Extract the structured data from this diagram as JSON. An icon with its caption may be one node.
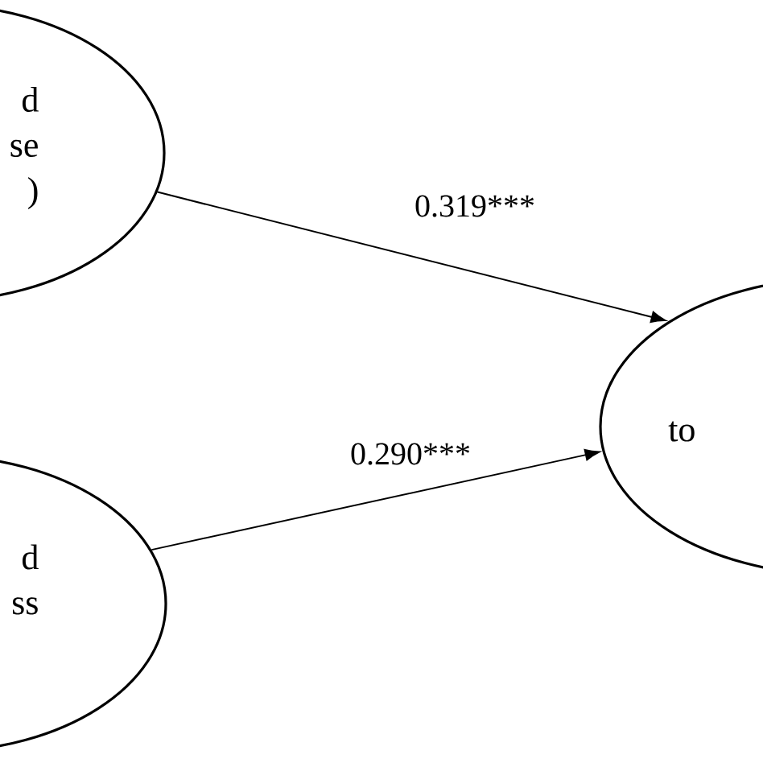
{
  "diagram": {
    "nodes": [
      {
        "text": [
          "d se )"
        ]
      },
      {
        "text": [
          "d ss"
        ]
      },
      {
        "text": [
          "to"
        ]
      }
    ],
    "edges": [
      {
        "from": 0,
        "to": 2,
        "arrow": "to",
        "label": "0.319***"
      },
      {
        "from": 1,
        "to": 2,
        "arrow": "to",
        "label": "0.290***"
      }
    ]
  }
}
